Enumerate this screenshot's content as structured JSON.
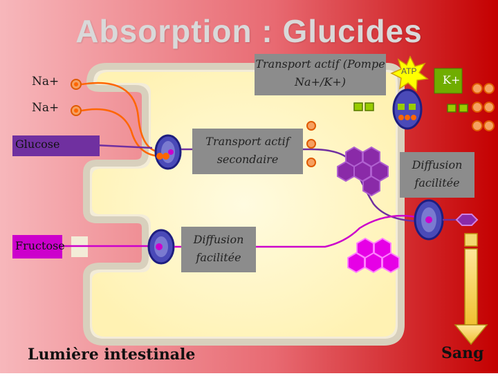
{
  "title": "Absorption : Glucides",
  "labels": {
    "na_1": "Na+",
    "na_2": "Na+",
    "glucose": "Glucose",
    "fructose": "Fructose",
    "lumen": "Lumière intestinale",
    "blood": "Sang",
    "atp": "ATP",
    "k": "K+"
  },
  "boxes": {
    "pump_line1": "Transport actif (Pompe",
    "pump_line2": "Na+/K+)",
    "secondary_line1": "Transport actif",
    "secondary_line2": "secondaire",
    "fac_right_line1": "Diffusion",
    "fac_right_line2": "facilitée",
    "fac_left_line1": "Diffusion",
    "fac_left_line2": "facilitée"
  },
  "colors": {
    "background_left": "#f4a5aa",
    "background_right": "#c80000",
    "cell": "#fff8cc",
    "cell_border": "#e8e0c8",
    "label_box": "#7f7f7f",
    "glucose_purple": "#7030a0",
    "fructose_pink": "#cc00cc",
    "sodium_orange": "#ff6600",
    "potassium_green": "#99cc00",
    "transporter_blue": "#3333aa",
    "atp_yellow": "#ffff00",
    "arrow_gold": "#cc9900"
  }
}
